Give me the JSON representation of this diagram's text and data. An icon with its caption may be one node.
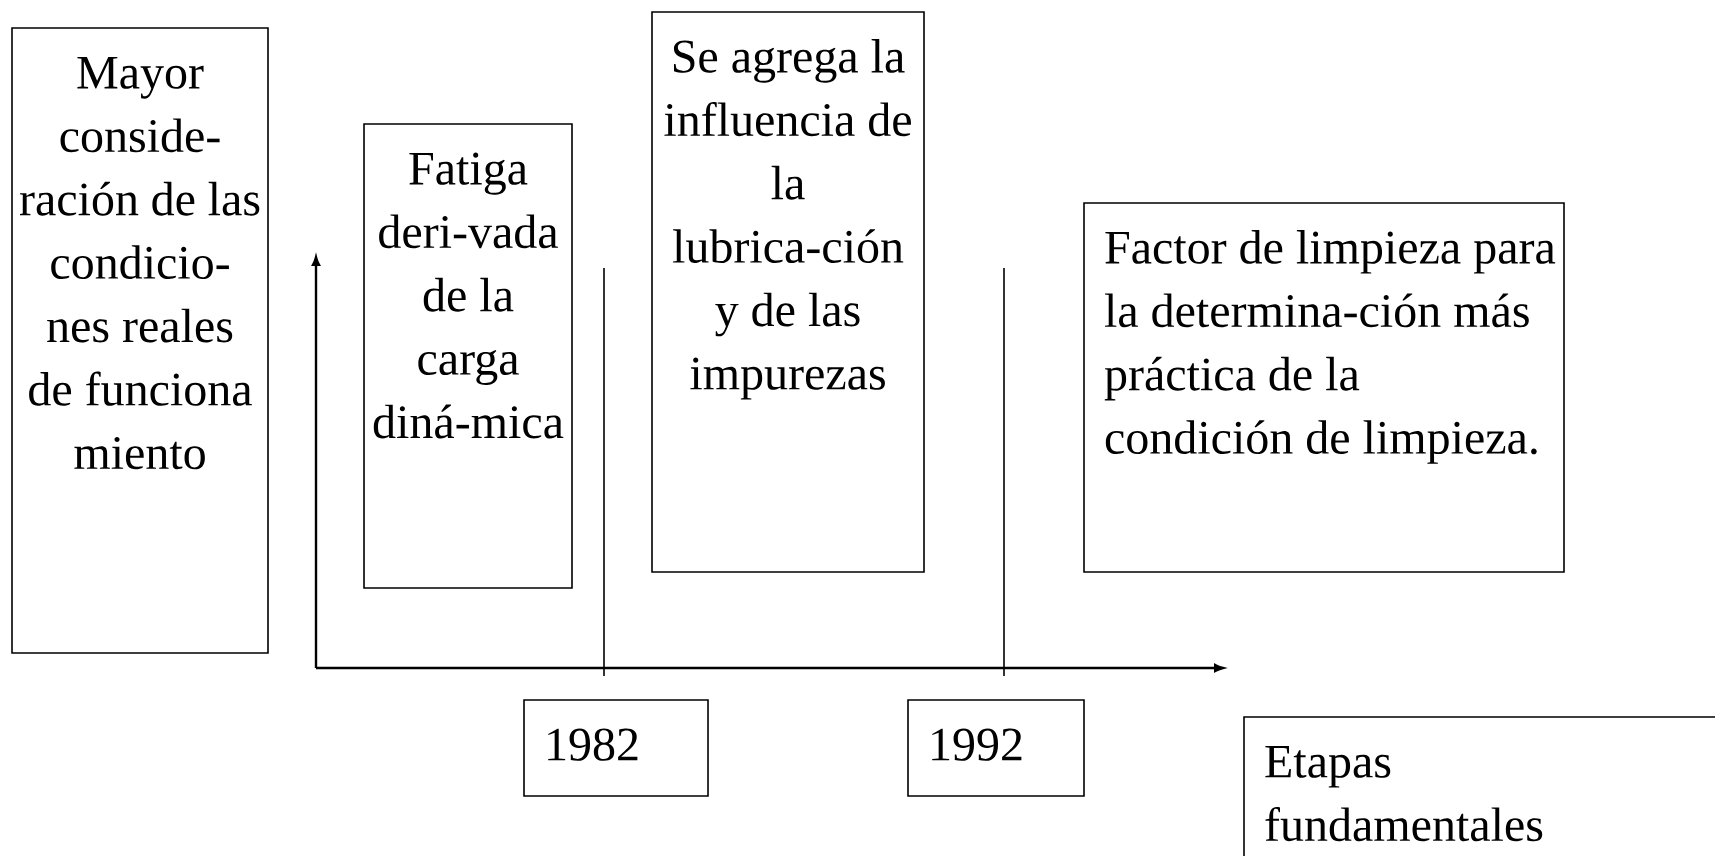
{
  "diagram": {
    "nodes": [
      {
        "text": [
          "Mayor conside-ración de las condicio-nes reales de funciona miento"
        ]
      },
      {
        "text": [
          "Fatiga deri-vada de la carga diná-mica"
        ]
      },
      {
        "text": [
          "Se agrega la influencia de la lubrica-ción y de las impurezas"
        ]
      },
      {
        "text": [
          "Factor de limpieza para la determina-ción más práctica de la condición de limpieza."
        ]
      },
      {
        "text": [
          "1982"
        ]
      },
      {
        "text": [
          "1992"
        ]
      },
      {
        "text": [
          "Etapas fundamentales"
        ]
      }
    ]
  }
}
